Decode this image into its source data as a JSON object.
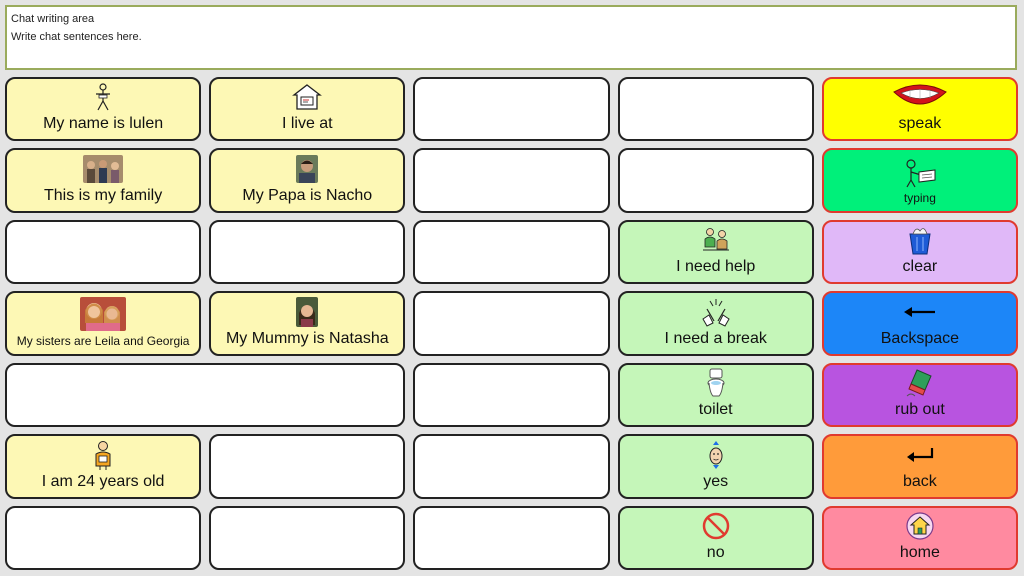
{
  "chat": {
    "title": "Chat writing area",
    "placeholder": "Write chat sentences here."
  },
  "cells": {
    "name": "My name is lulen",
    "live": "I live at",
    "family": "This is my family",
    "papa": "My Papa is Nacho",
    "sisters": "My sisters are Leila and Georgia",
    "mummy": "My Mummy is Natasha",
    "age": "I am 24 years old",
    "help": "I need help",
    "break": "I need a break",
    "toilet": "toilet",
    "yes": "yes",
    "no": "no"
  },
  "controls": {
    "speak": "speak",
    "typing": "typing",
    "clear": "clear",
    "backspace": "Backspace",
    "rubout": "rub out",
    "back": "back",
    "home": "home"
  },
  "colors": {
    "speak": "#ffff00",
    "typing": "#00f07a",
    "clear": "#e0b8f8",
    "backspace": "#1c86f8",
    "rubout": "#b854e0",
    "back": "#ff9b3a",
    "home": "#ff8aa0",
    "personal": "#fdf8b5",
    "core": "#c5f6b9"
  },
  "icons": [
    "person-icon",
    "house-icon",
    "family-photo",
    "papa-photo",
    "help-icon",
    "break-icon",
    "sisters-photo",
    "mummy-photo",
    "toilet-icon",
    "person-age-icon",
    "yes-icon",
    "no-icon",
    "mouth-icon",
    "typing-icon",
    "bin-icon",
    "arrow-left-icon",
    "eraser-icon",
    "return-arrow-icon",
    "home-icon"
  ]
}
